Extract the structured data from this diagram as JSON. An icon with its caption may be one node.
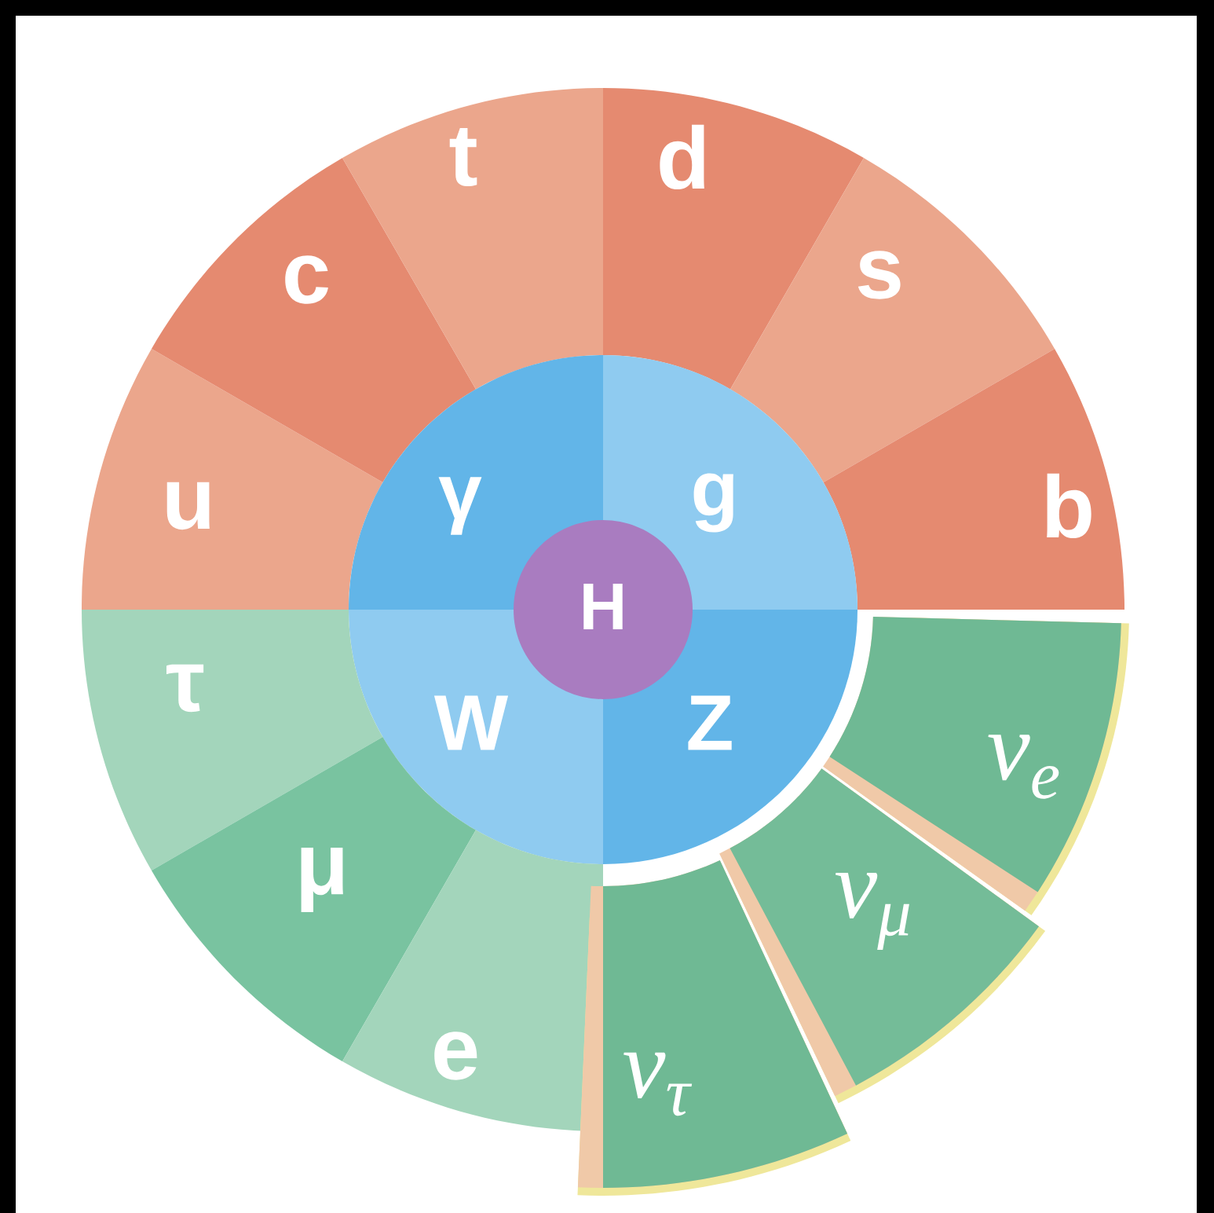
{
  "diagram": {
    "nodes": [
      {
        "text": [
          "u"
        ]
      },
      {
        "text": [
          "c"
        ]
      },
      {
        "text": [
          "t"
        ]
      },
      {
        "text": [
          "d"
        ]
      },
      {
        "text": [
          "s"
        ]
      },
      {
        "text": [
          "b"
        ]
      },
      {
        "text": [
          "γ"
        ]
      },
      {
        "text": [
          "g"
        ]
      },
      {
        "text": [
          "W"
        ]
      },
      {
        "text": [
          "Z"
        ]
      },
      {
        "text": [
          "H"
        ]
      },
      {
        "text": [
          "τ"
        ]
      },
      {
        "text": [
          "μ"
        ]
      },
      {
        "text": [
          "e"
        ]
      },
      {
        "text": [
          "ν$_{e}$"
        ]
      },
      {
        "text": [
          "ν$_{μ}$"
        ]
      },
      {
        "text": [
          "ν$_{τ}$"
        ]
      }
    ]
  }
}
